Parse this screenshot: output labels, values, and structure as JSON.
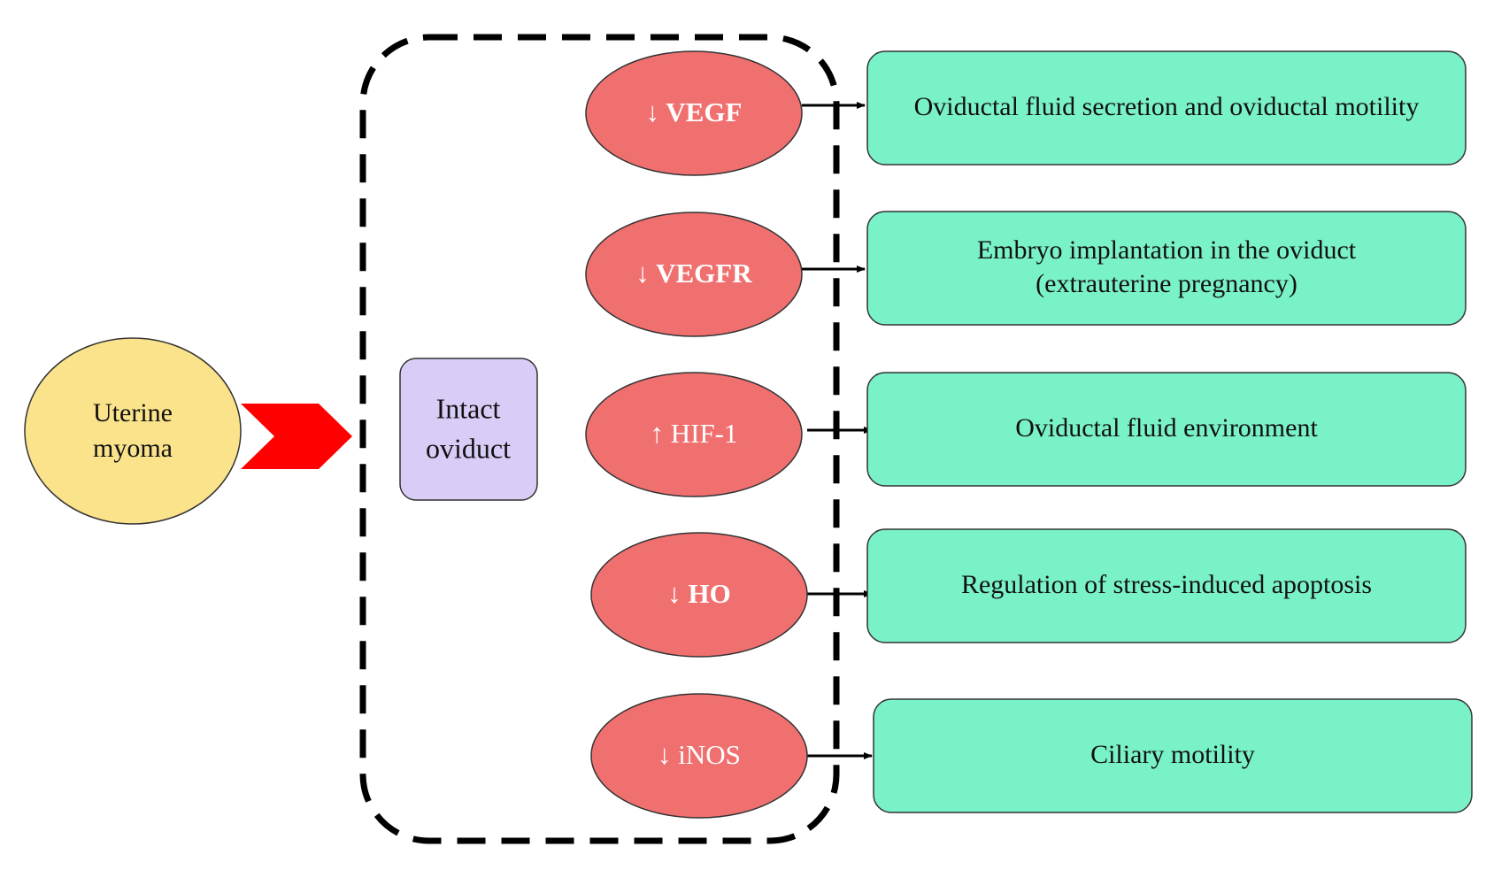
{
  "source": {
    "label_line1": "Uterine",
    "label_line2": "myoma"
  },
  "target": {
    "label_line1": "Intact",
    "label_line2": "oviduct"
  },
  "factors": [
    {
      "label": "↓ VEGF",
      "bold": true
    },
    {
      "label": "↓ VEGFR",
      "bold": true
    },
    {
      "label": "↑ HIF-1",
      "bold": false
    },
    {
      "label": "↓ HO",
      "bold": true
    },
    {
      "label": "↓ iNOS",
      "bold": false
    }
  ],
  "effects": [
    {
      "line1": "Oviductal fluid secretion and oviductal motility",
      "line2": ""
    },
    {
      "line1": "Embryo implantation in the oviduct",
      "line2": "(extrauterine pregnancy)"
    },
    {
      "line1": "Oviductal fluid environment",
      "line2": ""
    },
    {
      "line1": "Regulation of stress-induced apoptosis",
      "line2": ""
    },
    {
      "line1": "Ciliary motility",
      "line2": ""
    }
  ],
  "colors": {
    "source_fill": "#fbe38c",
    "target_fill": "#d9ccf6",
    "factor_fill": "#f07070",
    "effect_fill": "#7af2c8",
    "chevron_fill": "#ff0000",
    "dashed_border": "#000000"
  }
}
